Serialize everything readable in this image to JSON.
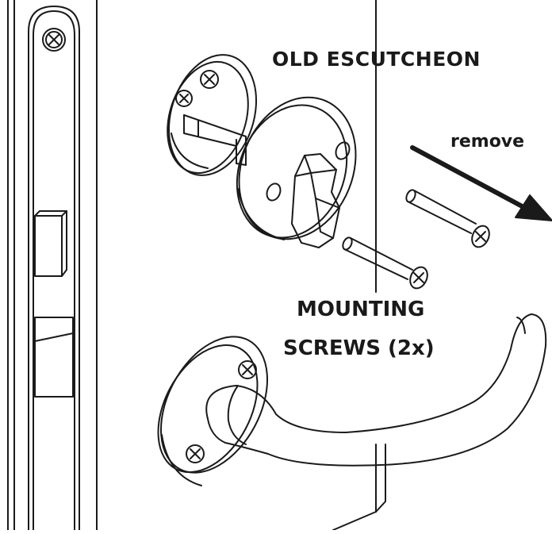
{
  "labels": {
    "old_escutcheon": "OLD ESCUTCHEON",
    "remove": "remove",
    "mounting_screws_line1": "MOUNTING",
    "mounting_screws_line2": "SCREWS (2x)"
  },
  "colors": {
    "line": "#1a1a1a",
    "background": "#ffffff",
    "arrow": "#1a1a1a"
  },
  "icons": {
    "screw_head": "phillips-screw-icon",
    "arrow": "arrow-right-down-icon"
  }
}
